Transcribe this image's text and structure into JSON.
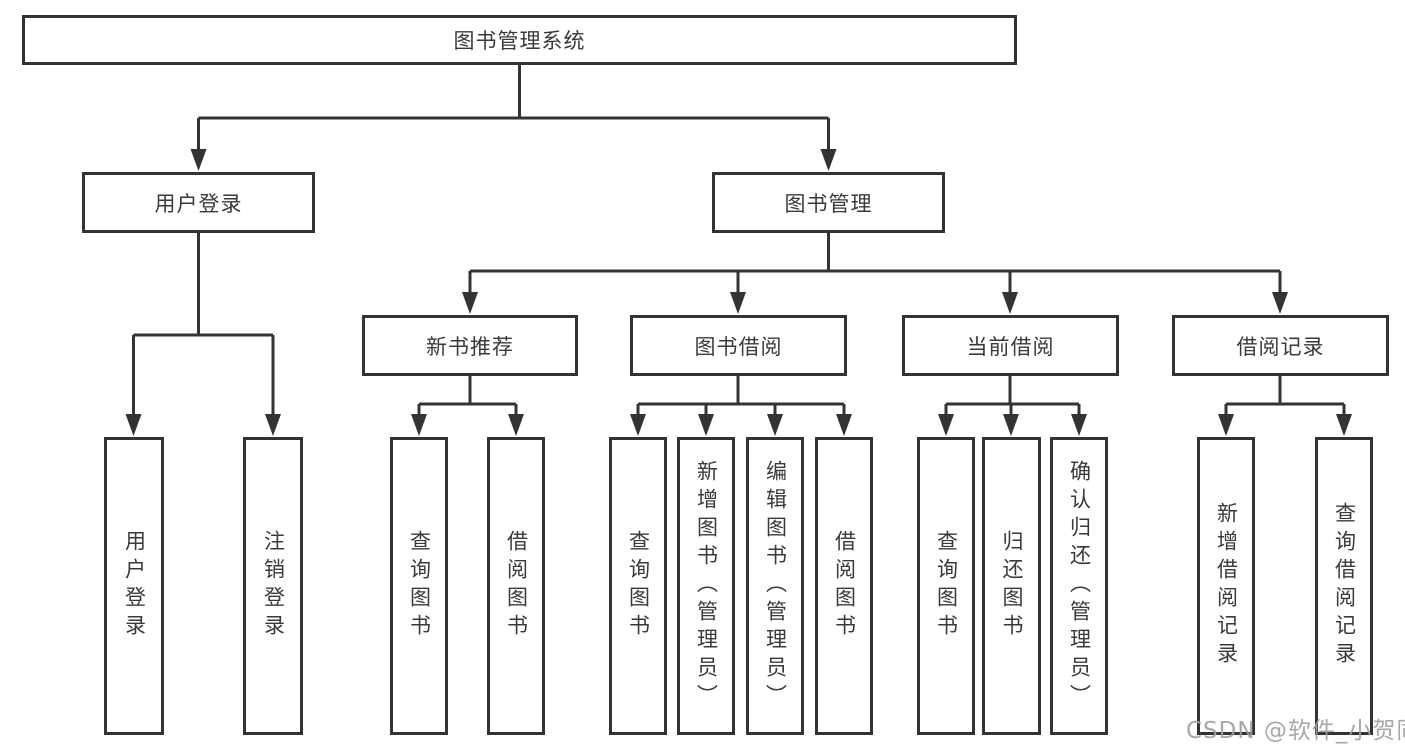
{
  "tree": {
    "root": {
      "label": "图书管理系统",
      "children": [
        {
          "label": "用户登录",
          "children": [
            {
              "label": "用户登录"
            },
            {
              "label": "注销登录"
            }
          ]
        },
        {
          "label": "图书管理",
          "children": [
            {
              "label": "新书推荐",
              "children": [
                {
                  "label": "查询图书"
                },
                {
                  "label": "借阅图书"
                }
              ]
            },
            {
              "label": "图书借阅",
              "children": [
                {
                  "label": "查询图书"
                },
                {
                  "label": "新增图书（管理员）"
                },
                {
                  "label": "编辑图书（管理员）"
                },
                {
                  "label": "借阅图书"
                }
              ]
            },
            {
              "label": "当前借阅",
              "children": [
                {
                  "label": "查询图书"
                },
                {
                  "label": "归还图书"
                },
                {
                  "label": "确认归还（管理员）"
                }
              ]
            },
            {
              "label": "借阅记录",
              "children": [
                {
                  "label": "新增借阅记录"
                },
                {
                  "label": "查询借阅记录"
                }
              ]
            }
          ]
        }
      ]
    }
  },
  "watermark": "CSDN @软件_小贺同学",
  "colors": {
    "line": "#333333",
    "text": "#3a3a3a",
    "box_background": "#ffffff",
    "watermark": "#a0a0a0"
  }
}
